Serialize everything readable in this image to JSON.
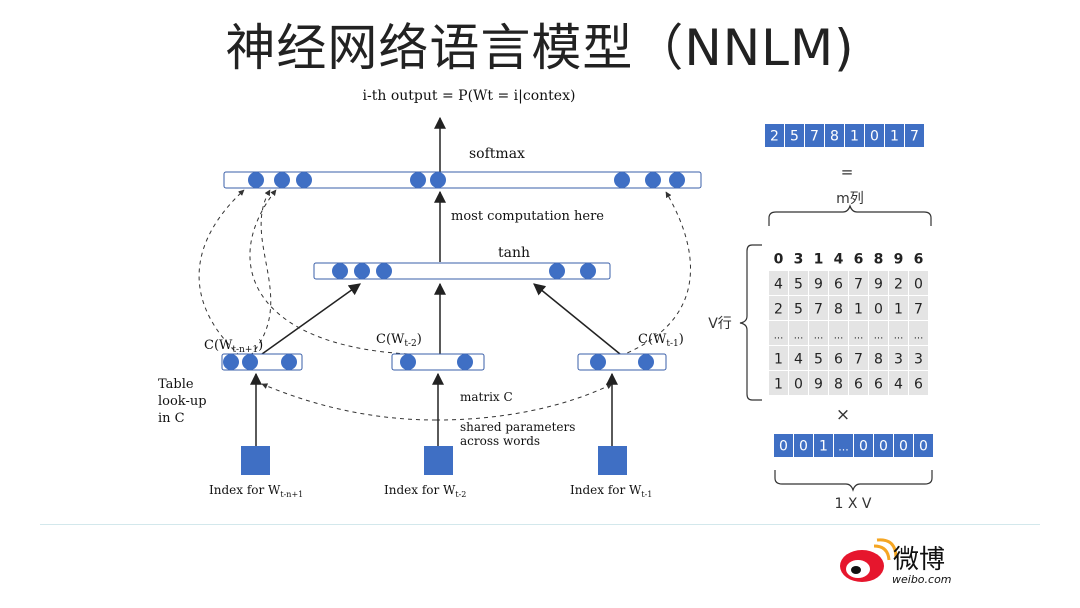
{
  "title": "神经网络语言模型（NNLM)",
  "nnlm": {
    "output_label": "i-th output = P(Wt = i|contex)",
    "softmax_label": "softmax",
    "most_computation_label": "most computation here",
    "tanh_label": "tanh",
    "context_labels": [
      "C(W",
      "t-n+1",
      ")",
      "C(W",
      "t-2",
      ")",
      "C(W",
      "t-1",
      ")"
    ],
    "table_lookup_lines": [
      "Table",
      "look-up",
      "in C"
    ],
    "matrix_c_label": "matrix C",
    "shared_params_lines": [
      "shared parameters",
      "across words"
    ],
    "index_labels": [
      "Index for W",
      "t-n+1",
      "Index for W",
      "t-2",
      "Index for W",
      "t-1"
    ]
  },
  "matrix_illustration": {
    "top_vector": [
      "2",
      "5",
      "7",
      "8",
      "1",
      "0",
      "1",
      "7"
    ],
    "equals": "=",
    "m_label": "m列",
    "v_label": "V行",
    "matrix_rows": [
      [
        "0",
        "3",
        "1",
        "4",
        "6",
        "8",
        "9",
        "6"
      ],
      [
        "4",
        "5",
        "9",
        "6",
        "7",
        "9",
        "2",
        "0"
      ],
      [
        "2",
        "5",
        "7",
        "8",
        "1",
        "0",
        "1",
        "7"
      ],
      [
        "...",
        "...",
        "...",
        "...",
        "...",
        "...",
        "...",
        "..."
      ],
      [
        "1",
        "4",
        "5",
        "6",
        "7",
        "8",
        "3",
        "3"
      ],
      [
        "1",
        "0",
        "9",
        "8",
        "6",
        "6",
        "4",
        "6"
      ]
    ],
    "times": "×",
    "onehot_vector": [
      "0",
      "0",
      "1",
      "...",
      "0",
      "0",
      "0",
      "0"
    ],
    "onehot_label": "1 X V"
  },
  "watermark": {
    "brand": "微博",
    "domain": "weibo.com"
  },
  "colors": {
    "accent_blue": "#3f6fc4",
    "matrix_cell": "#e4e4e4"
  }
}
